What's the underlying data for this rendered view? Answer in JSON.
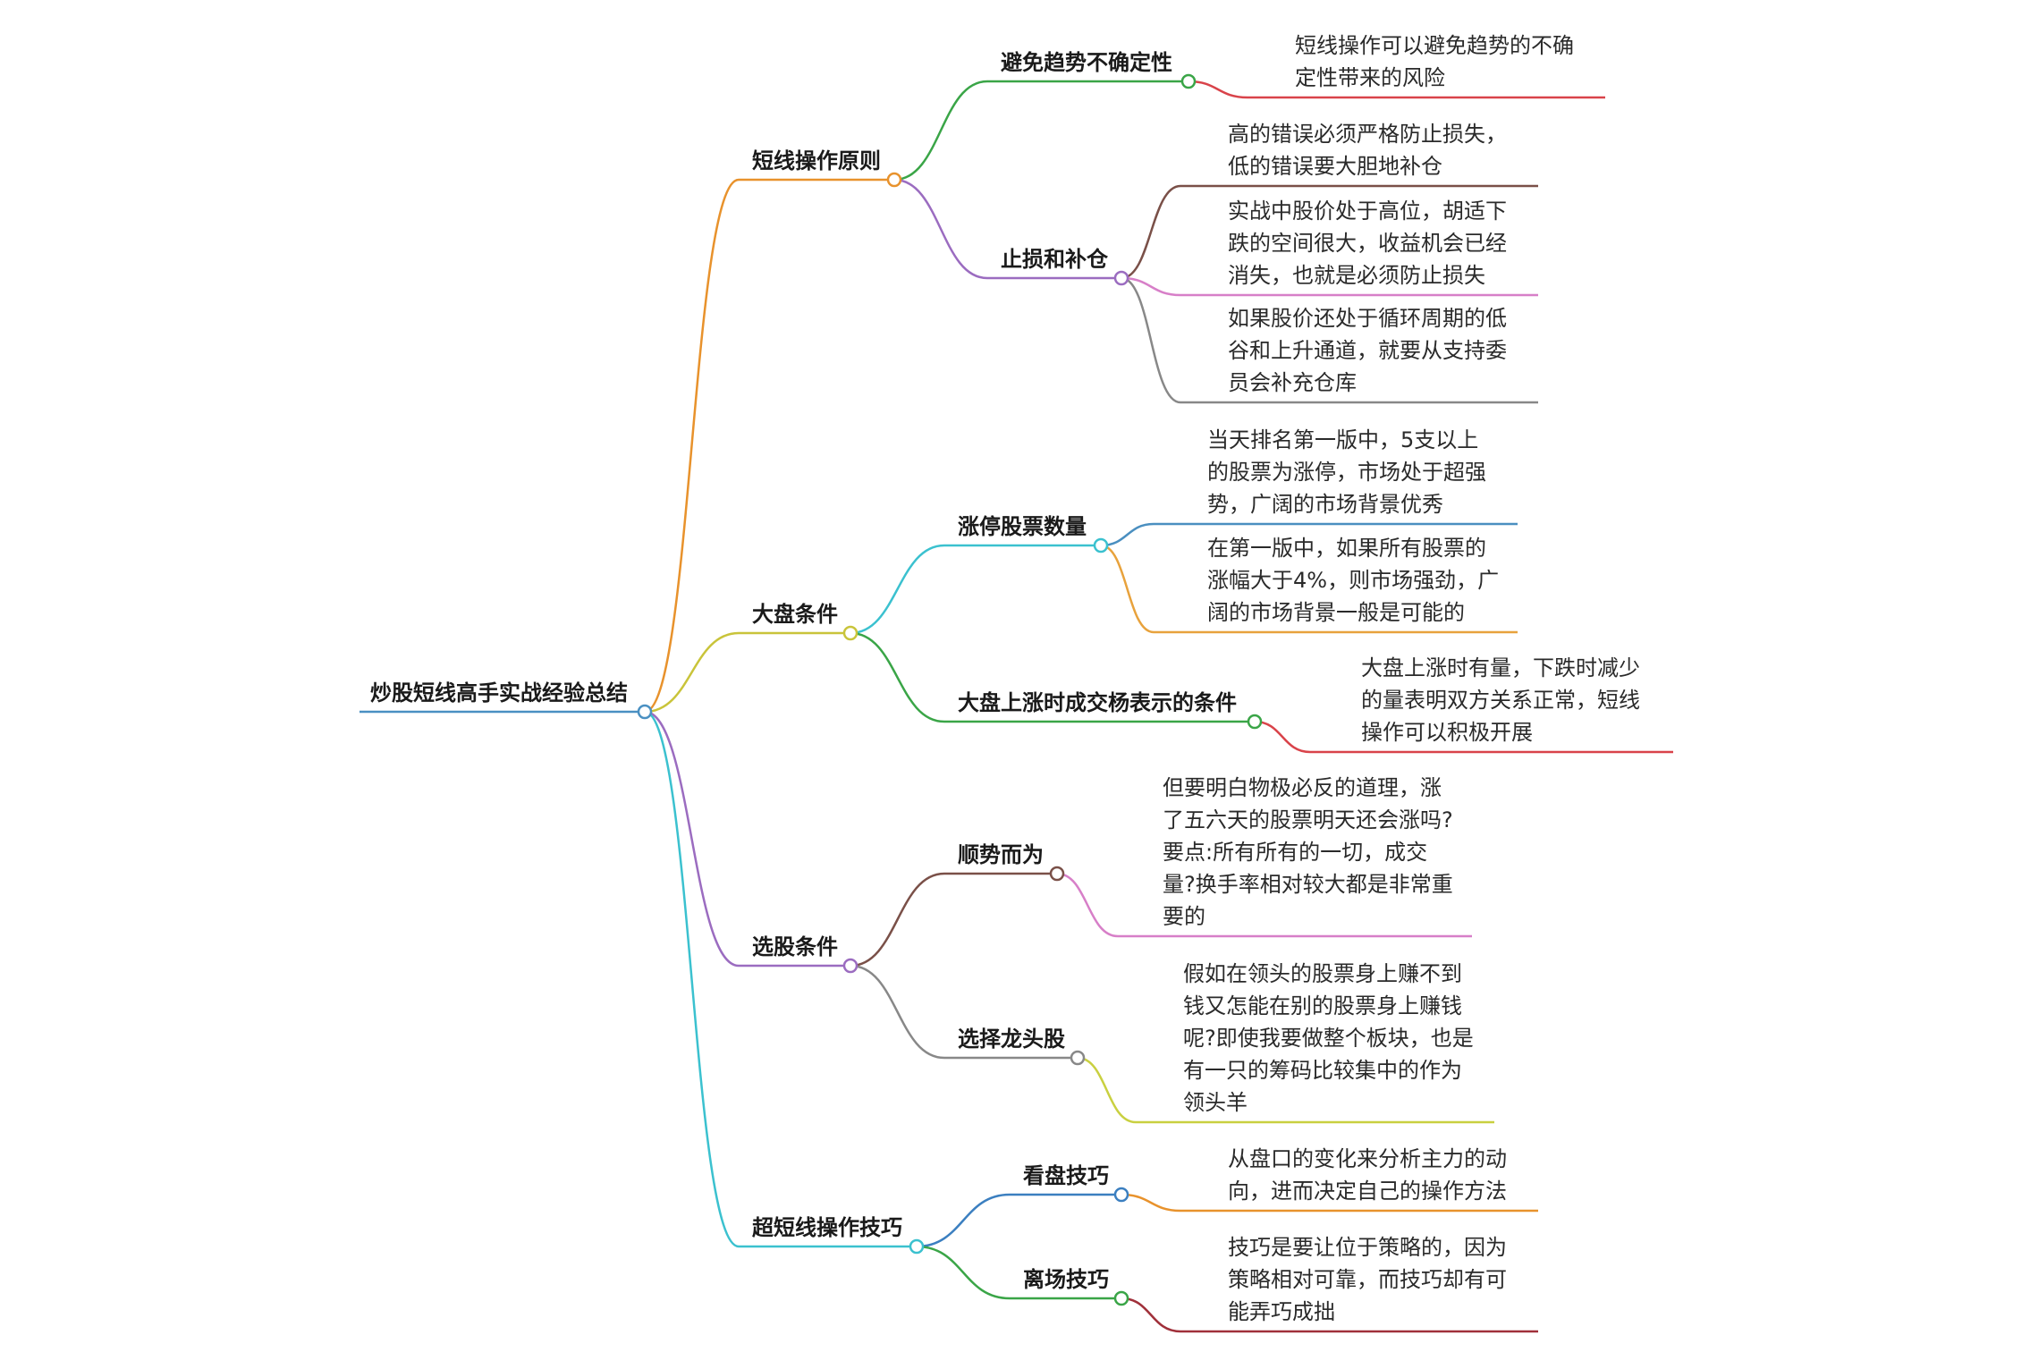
{
  "root": {
    "label": "炒股短线高手实战经验总结",
    "color": "#4a90c2"
  },
  "branches": [
    {
      "label": "短线操作原则",
      "color": "#e8922c",
      "children": [
        {
          "label": "避免趋势不确定性",
          "color": "#3aa547",
          "notes": [
            {
              "color": "#d9434a",
              "lines": [
                "短线操作可以避免趋势的不确",
                "定性带来的风险"
              ]
            }
          ]
        },
        {
          "label": "止损和补仓",
          "color": "#9b6cc0",
          "notes": [
            {
              "color": "#7a5048",
              "lines": [
                "高的错误必须严格防止损失，",
                "低的错误要大胆地补仓"
              ]
            },
            {
              "color": "#d77fc8",
              "lines": [
                "实战中股价处于高位，胡适下",
                "跌的空间很大，收益机会已经",
                "消失，也就是必须防止损失"
              ]
            },
            {
              "color": "#888888",
              "lines": [
                "如果股价还处于循环周期的低",
                "谷和上升通道，就要从支持委",
                "员会补充仓库"
              ]
            }
          ]
        }
      ]
    },
    {
      "label": "大盘条件",
      "color": "#c9c43a",
      "children": [
        {
          "label": "涨停股票数量",
          "color": "#3bc1cf",
          "notes": [
            {
              "color": "#4a8fc0",
              "lines": [
                "当天排名第一版中，5支以上",
                "的股票为涨停，市场处于超强",
                "势，广阔的市场背景优秀"
              ]
            },
            {
              "color": "#e8a23c",
              "lines": [
                "在第一版中，如果所有股票的",
                "涨幅大于4%，则市场强劲，广",
                "阔的市场背景一般是可能的"
              ]
            }
          ]
        },
        {
          "label": "大盘上涨时成交杨表示的条件",
          "color": "#3aa547",
          "notes": [
            {
              "color": "#d9434a",
              "lines": [
                "大盘上涨时有量，下跌时减少",
                "的量表明双方关系正常，短线",
                "操作可以积极开展"
              ]
            }
          ]
        }
      ]
    },
    {
      "label": "选股条件",
      "color": "#9b6cc0",
      "children": [
        {
          "label": "顺势而为",
          "color": "#7a5048",
          "notes": [
            {
              "color": "#d77fc8",
              "lines": [
                "但要明白物极必反的道理，涨",
                "了五六天的股票明天还会涨吗?",
                "要点:所有所有的一切，成交",
                "量?换手率相对较大都是非常重",
                "要的"
              ]
            }
          ]
        },
        {
          "label": "选择龙头股",
          "color": "#888888",
          "notes": [
            {
              "color": "#c9d040",
              "lines": [
                "假如在领头的股票身上赚不到",
                "钱又怎能在别的股票身上赚钱",
                "呢?即使我要做整个板块，也是",
                "有一只的筹码比较集中的作为",
                "领头羊"
              ]
            }
          ]
        }
      ]
    },
    {
      "label": "超短线操作技巧",
      "color": "#3bc1cf",
      "children": [
        {
          "label": "看盘技巧",
          "color": "#3b7fc0",
          "notes": [
            {
              "color": "#e8922c",
              "lines": [
                "从盘口的变化来分析主力的动",
                "向，进而决定自己的操作方法"
              ]
            }
          ]
        },
        {
          "label": "离场技巧",
          "color": "#3aa547",
          "notes": [
            {
              "color": "#a0303a",
              "lines": [
                "技巧是要让位于策略的，因为",
                "策略相对可靠，而技巧却有可",
                "能弄巧成拙"
              ]
            }
          ]
        }
      ]
    }
  ]
}
